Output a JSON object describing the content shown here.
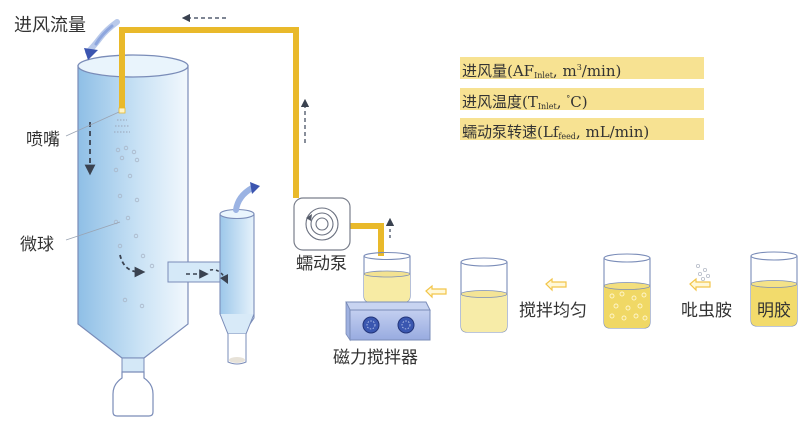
{
  "diagram": {
    "title": "",
    "colors": {
      "pipe": "#e9b92a",
      "column_fill_dark": "#8fbfe6",
      "column_fill_light": "#e8f3fb",
      "outline": "#7a8cb8",
      "liquid": "#f7eba4",
      "param_box": "#f7e292",
      "arrow_dashed": "#3a4250",
      "arrow_hollow": "#f2c54a",
      "stirrer_body": "#a9b9e6",
      "knob": "#3a57b0"
    },
    "labels": {
      "inlet_air_flow": "进风流量",
      "nozzle": "喷嘴",
      "microspheres": "微球",
      "peristaltic_pump": "蠕动泵",
      "magnetic_stirrer": "磁力搅拌器",
      "stir_evenly": "搅拌均匀",
      "imidacloprid": "吡虫胺",
      "gelatin": "明胶"
    },
    "parameters": [
      {
        "prefix": "进风量(AF",
        "sub": "Inlet",
        "suffix_a": ", m",
        "sup": "3",
        "suffix_b": "/min)"
      },
      {
        "prefix": "进风温度(T",
        "sub": "Inlet",
        "suffix_a": ", ",
        "sup": "°",
        "suffix_b": "C)"
      },
      {
        "prefix": "蠕动泵转速(Lf",
        "sub": "feed",
        "suffix_a": ", mL/min)",
        "sup": "",
        "suffix_b": ""
      }
    ],
    "nodes": [
      {
        "id": "spray-column",
        "label": "spray drying column"
      },
      {
        "id": "cyclone",
        "label": "cyclone separator"
      },
      {
        "id": "collector-bottle",
        "label": "collection bottle"
      },
      {
        "id": "pump",
        "label": "蠕动泵"
      },
      {
        "id": "stirrer",
        "label": "磁力搅拌器"
      },
      {
        "id": "beaker-mixed",
        "label": "mixed solution"
      },
      {
        "id": "beaker-suspension",
        "label": "gelatin + imidacloprid"
      },
      {
        "id": "beaker-gelatin",
        "label": "明胶"
      }
    ],
    "edges": [
      {
        "from": "beaker-gelatin",
        "to": "beaker-suspension",
        "label": "吡虫胺"
      },
      {
        "from": "beaker-suspension",
        "to": "beaker-mixed",
        "label": "搅拌均匀"
      },
      {
        "from": "beaker-mixed",
        "to": "stirrer",
        "label": ""
      },
      {
        "from": "stirrer",
        "to": "pump",
        "label": ""
      },
      {
        "from": "pump",
        "to": "spray-column",
        "label": ""
      },
      {
        "from": "spray-column",
        "to": "cyclone",
        "label": ""
      }
    ]
  }
}
